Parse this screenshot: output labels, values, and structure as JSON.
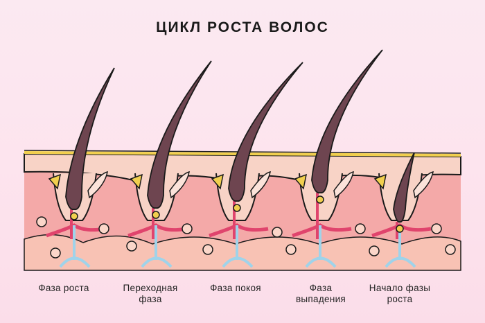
{
  "title": "ЦИКЛ РОСТА ВОЛОС",
  "phases": [
    {
      "line1": "Фаза роста",
      "line2": ""
    },
    {
      "line1": "Переходная",
      "line2": "фаза"
    },
    {
      "line1": "Фаза покоя",
      "line2": ""
    },
    {
      "line1": "Фаза",
      "line2": "выпадения"
    },
    {
      "line1": "Начало фазы",
      "line2": "роста"
    }
  ],
  "colors": {
    "skin": "#f4a9a8",
    "epidermis": "#f8d3c6",
    "surface": "#f1cf4e",
    "hair": "#6e4550",
    "artery": "#e0446d",
    "vein": "#9fd3ea",
    "fat": "#f8c2b4"
  }
}
